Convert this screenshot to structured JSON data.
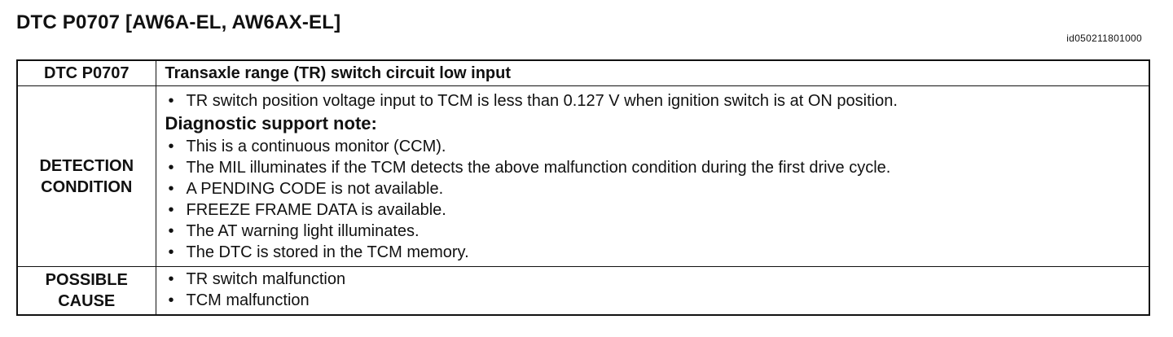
{
  "document": {
    "title": "DTC P0707 [AW6A-EL, AW6AX-EL]",
    "doc_id": "id050211801000"
  },
  "table": {
    "header": {
      "label": "DTC P0707",
      "value": "Transaxle range (TR) switch circuit low input"
    },
    "detection_condition": {
      "label_line1": "DETECTION",
      "label_line2": "CONDITION",
      "condition_items": [
        "TR switch position voltage input to TCM is less than 0.127 V when ignition switch is at ON position."
      ],
      "note_heading": "Diagnostic support note:",
      "note_items": [
        "This is a continuous monitor (CCM).",
        "The MIL illuminates if the TCM detects the above malfunction condition during the first drive cycle.",
        "A PENDING CODE is not available.",
        "FREEZE FRAME DATA is available.",
        "The AT warning light illuminates.",
        "The DTC is stored in the TCM memory."
      ]
    },
    "possible_cause": {
      "label_line1": "POSSIBLE",
      "label_line2": "CAUSE",
      "items": [
        "TR switch malfunction",
        "TCM malfunction"
      ]
    }
  }
}
